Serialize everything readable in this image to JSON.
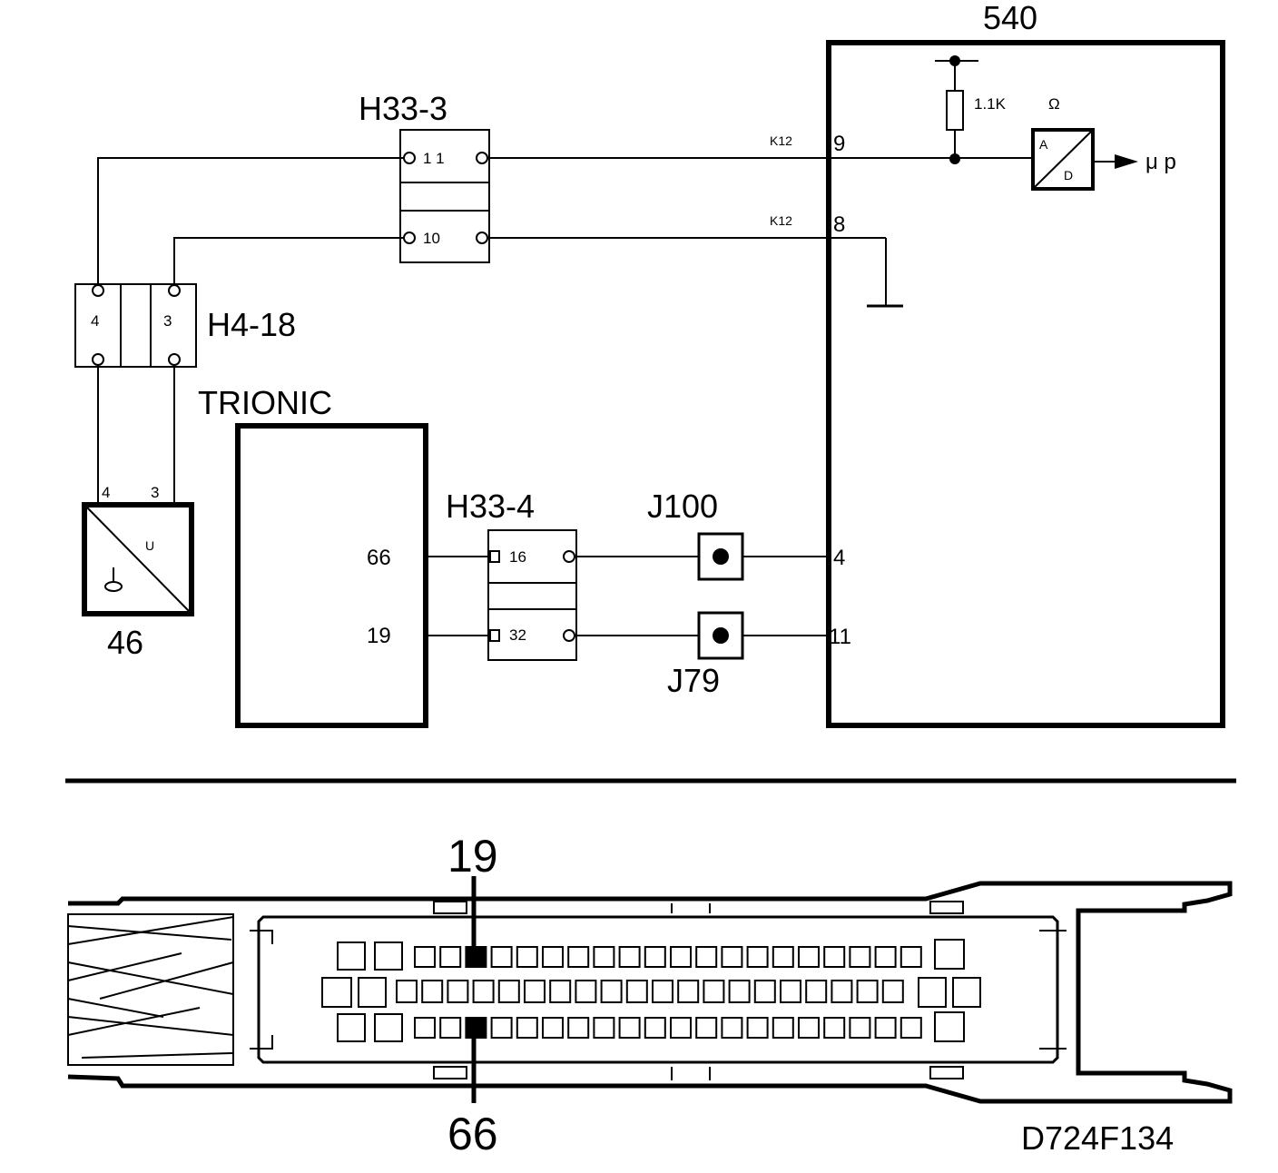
{
  "diagram": {
    "component_540": {
      "label": "540"
    },
    "resistor": {
      "label": "1.1K"
    },
    "ohm_symbol": "Ω",
    "ad_converter": {
      "a_label": "A",
      "d_label": "D",
      "output_label": "μ p"
    },
    "h33_3": {
      "label": "H33-3",
      "pin_top": "1 1",
      "pin_bottom": "10"
    },
    "k12_top": "K12",
    "k12_bottom": "K12",
    "pin_9": "9",
    "pin_8": "8",
    "h4_18": {
      "label": "H4-18",
      "pin_left": "4",
      "pin_right": "3"
    },
    "sensor_46": {
      "label": "46",
      "pin_left": "4",
      "pin_right": "3",
      "symbol": "U"
    },
    "trionic": {
      "label": "TRIONIC",
      "pin_66": "66",
      "pin_19": "19"
    },
    "h33_4": {
      "label": "H33-4",
      "pin_top": "16",
      "pin_bottom": "32"
    },
    "j100": {
      "label": "J100"
    },
    "j79": {
      "label": "J79"
    },
    "pin_4": "4",
    "pin_11": "11",
    "connector_view": {
      "top_pin": "19",
      "bottom_pin": "66"
    },
    "figure_code": "D724F134"
  },
  "colors": {
    "line": "#000000",
    "background": "#ffffff"
  }
}
